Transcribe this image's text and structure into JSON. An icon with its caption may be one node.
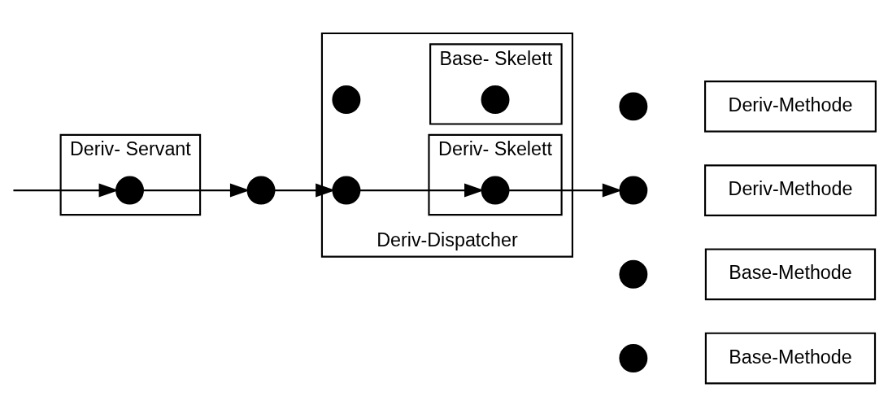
{
  "diagram": {
    "nodes": [
      {
        "text": [],
        "shape": "circle"
      },
      {
        "text": [
          "Base-Methode"
        ]
      },
      {
        "text": [],
        "shape": "circle"
      },
      {
        "text": [
          "Base-Methode"
        ]
      },
      {
        "text": [
          "Deriv-Dispatcher"
        ]
      },
      {
        "text": [],
        "shape": "circle",
        "in": 4
      },
      {
        "text": [
          "Base- Skelett"
        ],
        "in": 4
      },
      {
        "text": [],
        "shape": "circle",
        "in": 6
      },
      {
        "text": [
          "Deriv- Servant"
        ]
      },
      {
        "text": [],
        "shape": "circle",
        "in": 8
      },
      {
        "text": [],
        "shape": "circle"
      },
      {
        "text": [],
        "shape": "circle",
        "in": 4
      },
      {
        "text": [
          "Deriv- Skelett"
        ],
        "in": 4
      },
      {
        "text": [],
        "shape": "circle",
        "in": 12
      },
      {
        "text": [],
        "shape": "circle"
      },
      {
        "text": [
          "Deriv-Methode"
        ]
      },
      {
        "text": [],
        "shape": "circle"
      },
      {
        "text": [
          "Deriv-Methode"
        ]
      }
    ],
    "edges": [
      {
        "from": null,
        "to": 9,
        "arrow": "to"
      },
      {
        "from": 9,
        "to": 10,
        "arrow": "to"
      },
      {
        "from": 10,
        "to": 11,
        "arrow": "to"
      },
      {
        "from": 11,
        "to": 13,
        "arrow": "to"
      },
      {
        "from": 13,
        "to": 16,
        "arrow": "to"
      }
    ]
  }
}
